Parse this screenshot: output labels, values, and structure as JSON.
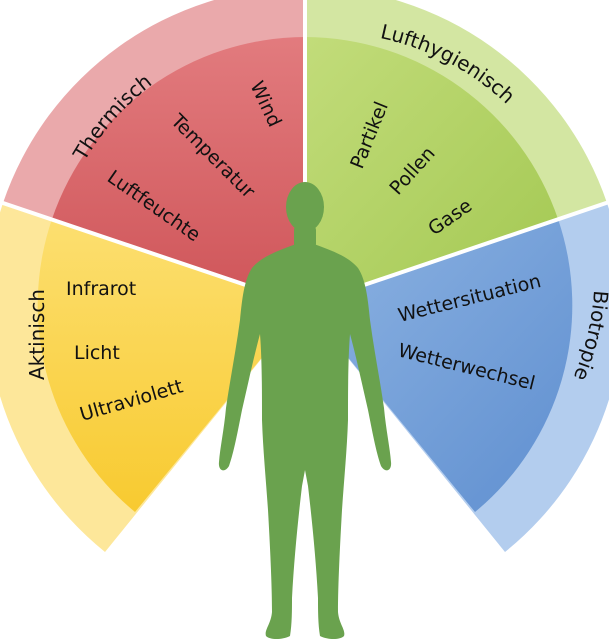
{
  "sectors": [
    {
      "key": "thermisch",
      "heading": "Thermisch",
      "items": [
        "Wind",
        "Temperatur",
        "Luftfeuchte"
      ],
      "colors": {
        "main": "#d9676a",
        "ring": "#e89a9c",
        "edge": "#c94b4f"
      }
    },
    {
      "key": "lufthygienisch",
      "heading": "Lufthygienisch",
      "items": [
        "Partikel",
        "Pollen",
        "Gase"
      ],
      "colors": {
        "main": "#b5d468",
        "ring": "#c8e08c",
        "edge": "#8fb83e"
      }
    },
    {
      "key": "biotropie",
      "heading": "Biotropie",
      "items": [
        "Wettersituation",
        "Wetterwechsel"
      ],
      "colors": {
        "main": "#7ea8dc",
        "ring": "#a3c2e8",
        "edge": "#3e6fb0"
      }
    },
    {
      "key": "aktinisch",
      "heading": "Aktinisch",
      "items": [
        "Infrarot",
        "Licht",
        "Ultraviolett"
      ],
      "colors": {
        "main": "#fbd75a",
        "ring": "#fde38c",
        "edge": "#f0c020"
      }
    }
  ],
  "figure": {
    "color": "#6aa24e",
    "icon": "human-silhouette-icon"
  }
}
